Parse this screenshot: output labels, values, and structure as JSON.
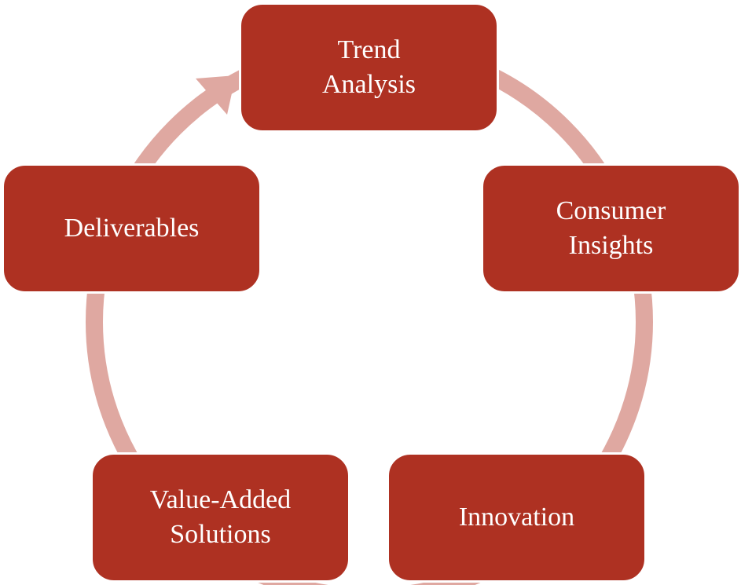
{
  "colors": {
    "node_fill": "#ae3122",
    "node_text": "#ffffff",
    "node_border": "#ffffff",
    "ring": "#dfa8a1"
  },
  "diagram": {
    "type": "cycle",
    "nodes": [
      {
        "id": "trend-analysis",
        "label": "Trend\nAnalysis"
      },
      {
        "id": "consumer-insights",
        "label": "Consumer\nInsights"
      },
      {
        "id": "innovation",
        "label": "Innovation"
      },
      {
        "id": "value-added-solutions",
        "label": "Value-Added\nSolutions"
      },
      {
        "id": "deliverables",
        "label": "Deliverables"
      }
    ],
    "edges": [
      {
        "from": "trend-analysis",
        "to": "consumer-insights"
      },
      {
        "from": "consumer-insights",
        "to": "innovation"
      },
      {
        "from": "innovation",
        "to": "value-added-solutions"
      },
      {
        "from": "value-added-solutions",
        "to": "deliverables"
      },
      {
        "from": "deliverables",
        "to": "trend-analysis",
        "arrow": true
      }
    ]
  }
}
